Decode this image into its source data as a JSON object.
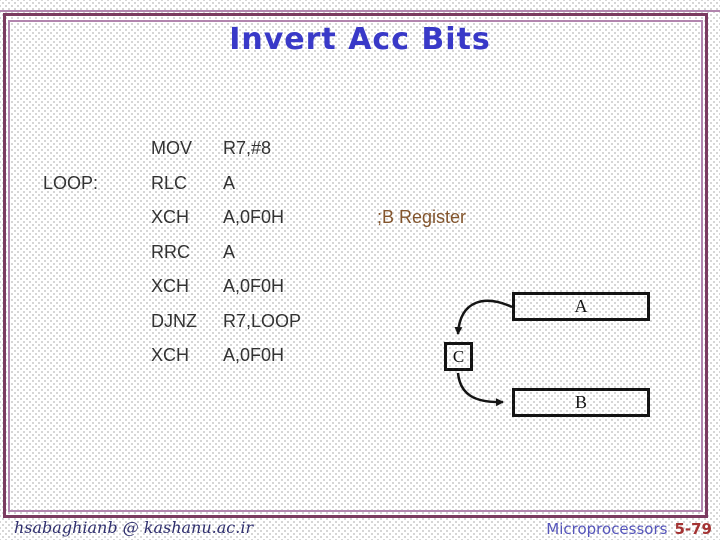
{
  "slide": {
    "title": "Invert Acc Bits",
    "colors": {
      "title": "#3939c8",
      "frame_dark": "#7b3b60",
      "frame_light": "#b285ae",
      "code_text": "#333333",
      "comment": "#82542c",
      "footer_left": "#2f2f6e",
      "footer_right_name": "#5555bb",
      "footer_right_page": "#a43333"
    }
  },
  "code": {
    "lines": [
      {
        "label": "",
        "mnemonic": "MOV",
        "operand": "R7,#8",
        "comment": ""
      },
      {
        "label": "LOOP:",
        "mnemonic": "RLC",
        "operand": "A",
        "comment": ""
      },
      {
        "label": "",
        "mnemonic": "XCH",
        "operand": "A,0F0H",
        "comment": ";B Register"
      },
      {
        "label": "",
        "mnemonic": "RRC",
        "operand": "A",
        "comment": ""
      },
      {
        "label": "",
        "mnemonic": "XCH",
        "operand": "A,0F0H",
        "comment": ""
      },
      {
        "label": "",
        "mnemonic": "DJNZ",
        "operand": "R7,LOOP",
        "comment": ""
      },
      {
        "label": "",
        "mnemonic": "XCH",
        "operand": "A,0F0H",
        "comment": ""
      }
    ]
  },
  "diagram": {
    "box_a_label": "A",
    "box_c_label": "C",
    "box_b_label": "B"
  },
  "footer": {
    "left": "hsabaghianb @ kashanu.ac.ir",
    "course": "Microprocessors",
    "page": "5-79"
  }
}
